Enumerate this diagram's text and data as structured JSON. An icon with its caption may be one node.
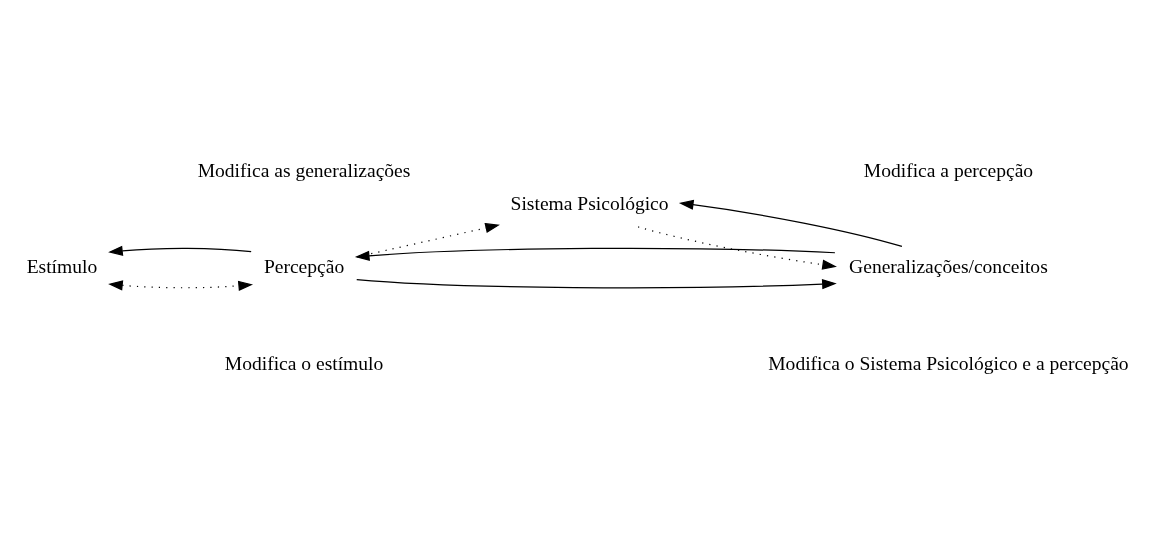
{
  "diagram": {
    "nodes": [
      {
        "text": [
          "Estímulo"
        ]
      },
      {
        "text": [
          "Percepção"
        ]
      },
      {
        "text": [
          "Sistema Psicológico"
        ]
      },
      {
        "text": [
          "Generalizações/conceitos"
        ]
      }
    ],
    "edges": [
      {
        "from": 0,
        "to": 1,
        "arrow": "both",
        "style": "dashed"
      },
      {
        "from": 1,
        "to": 2,
        "arrow": "to",
        "style": "dashed"
      },
      {
        "from": 2,
        "to": 3,
        "arrow": "to",
        "style": "dashed"
      },
      {
        "from": 1,
        "to": 3,
        "arrow": "to"
      },
      {
        "from": 1,
        "to": 0,
        "arrow": "to"
      },
      {
        "from": 3,
        "to": 1,
        "arrow": "to"
      },
      {
        "from": 3,
        "to": 2,
        "arrow": "to"
      }
    ],
    "labels": [
      "Modifica as generalizações",
      "Modifica a percepção",
      "Modifica o estímulo",
      "Modifica o Sistema Psicológico e a percepção"
    ]
  }
}
